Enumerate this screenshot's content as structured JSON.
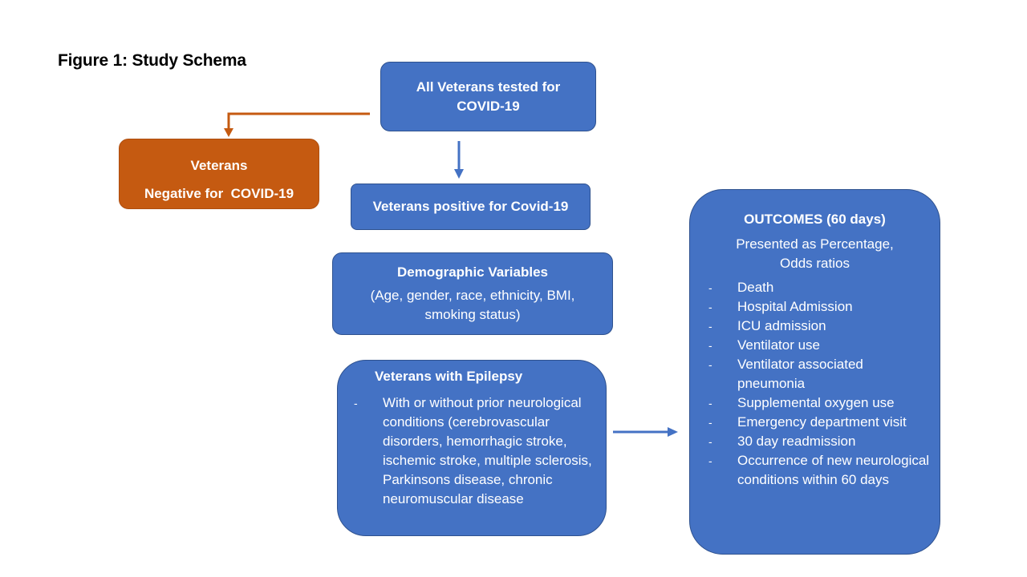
{
  "title": "Figure 1: Study Schema",
  "colors": {
    "blue_box": "#4472C4",
    "blue_border": "#2F528F",
    "orange_box": "#C55A11",
    "text_on_box": "#FFFFFF"
  },
  "nodes": {
    "all_tested": {
      "line1": "All Veterans tested for",
      "line2": "COVID-19"
    },
    "negative": {
      "line1": "Veterans",
      "line2": "Negative for  COVID-19"
    },
    "positive": {
      "label": "Veterans positive for Covid-19"
    },
    "demographics": {
      "heading": "Demographic Variables",
      "line1": "(Age, gender, race, ethnicity, BMI,",
      "line2": "smoking status)"
    },
    "epilepsy": {
      "heading": "Veterans with Epilepsy",
      "bullet_marker": "-",
      "items": [
        "With or without prior neurological conditions (cerebrovascular disorders, hemorrhagic stroke, ischemic stroke, multiple sclerosis, Parkinsons disease, chronic neuromuscular disease"
      ]
    },
    "outcomes": {
      "heading": "OUTCOMES (60 days)",
      "sub_line1": "Presented as Percentage,",
      "sub_line2": "Odds ratios",
      "bullet_marker": "-",
      "items": [
        "Death",
        "Hospital Admission",
        "ICU admission",
        "Ventilator use",
        "Ventilator associated pneumonia",
        "Supplemental oxygen use",
        "Emergency department visit",
        "30 day readmission",
        "Occurrence of new neurological conditions within  60 days"
      ]
    }
  },
  "edges": [
    {
      "from": "all_tested",
      "to": "negative",
      "color": "#C55A11"
    },
    {
      "from": "all_tested",
      "to": "positive",
      "color": "#4472C4"
    },
    {
      "from": "epilepsy",
      "to": "outcomes",
      "color": "#4472C4"
    }
  ]
}
